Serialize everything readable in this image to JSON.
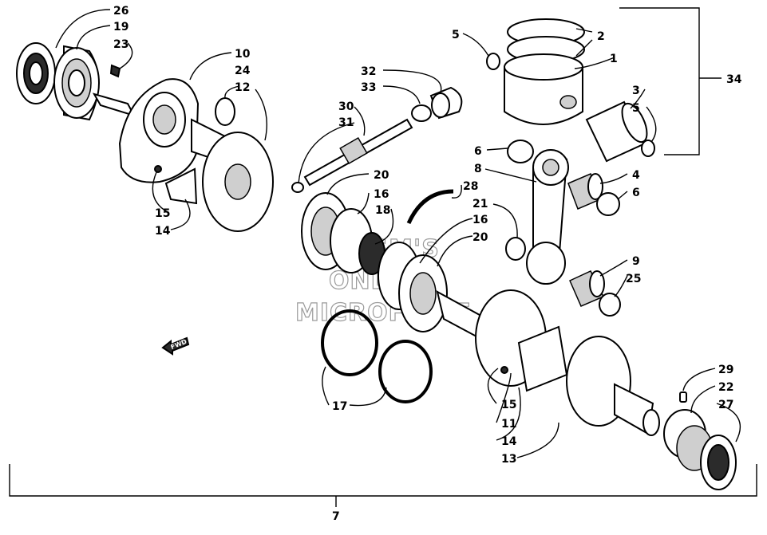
{
  "callouts": {
    "c26": "26",
    "c19": "19",
    "c23": "23",
    "c10": "10",
    "c24": "24",
    "c12": "12",
    "c15a": "15",
    "c14a": "14",
    "c32": "32",
    "c33": "33",
    "c30": "30",
    "c31": "31",
    "c20a": "20",
    "c16a": "16",
    "c18": "18",
    "c28": "28",
    "c16b": "16",
    "c20b": "20",
    "c21": "21",
    "c5a": "5",
    "c2": "2",
    "c1": "1",
    "c34": "34",
    "c3": "3",
    "c5b": "5",
    "c6a": "6",
    "c8": "8",
    "c4": "4",
    "c6b": "6",
    "c9": "9",
    "c25": "25",
    "c17": "17",
    "c15b": "15",
    "c11": "11",
    "c14b": "14",
    "c13": "13",
    "c29": "29",
    "c22": "22",
    "c27": "27",
    "c7": "7"
  },
  "fwd_label": "FWD",
  "watermark": {
    "line1": "H-SM'S",
    "line2": "ONLINE",
    "line3": "MICROFICHE"
  },
  "colors": {
    "ink": "#000000",
    "paper": "#ffffff",
    "watermark": "#9a9a9a"
  }
}
